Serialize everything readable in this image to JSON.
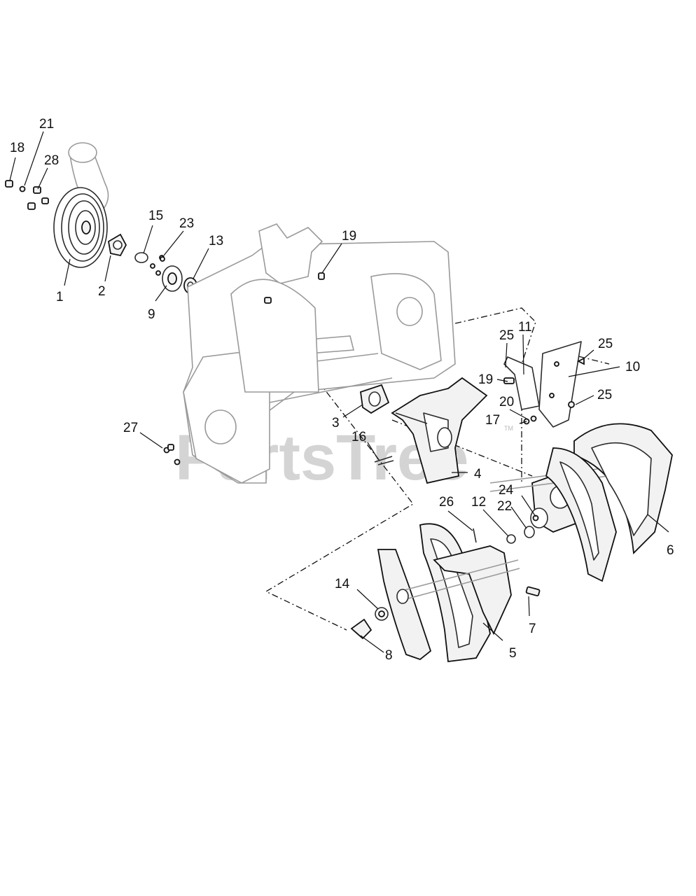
{
  "watermark": {
    "text": "PartsTree",
    "tm": "TM"
  },
  "callouts": {
    "c1": "1",
    "c2": "2",
    "c3": "3",
    "c4": "4",
    "c5": "5",
    "c6": "6",
    "c7": "7",
    "c8": "8",
    "c9": "9",
    "c10": "10",
    "c11": "11",
    "c12": "12",
    "c13": "13",
    "c14": "14",
    "c15": "15",
    "c16": "16",
    "c17": "17",
    "c18": "18",
    "c19a": "19",
    "c19b": "19",
    "c20": "20",
    "c21": "21",
    "c22": "22",
    "c23": "23",
    "c24": "24",
    "c25a": "25",
    "c25b": "25",
    "c25c": "25",
    "c26": "26",
    "c27": "27",
    "c28": "28"
  }
}
